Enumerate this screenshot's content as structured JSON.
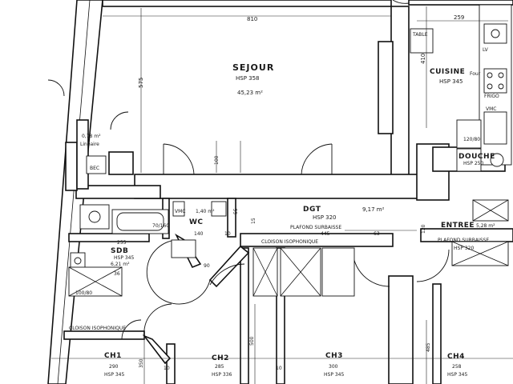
{
  "rooms": {
    "sejour": {
      "name": "SEJOUR",
      "hsp": "HSP 358",
      "area": "45,23 m²"
    },
    "cuisine": {
      "name": "CUISINE",
      "hsp": "HSP 345",
      "table": "TABLE",
      "four": "Four",
      "frigo": "FRIGO",
      "vmc": "VMC",
      "lv": "LV"
    },
    "degagement": {
      "name": "DGT",
      "hsp": "HSP 320",
      "area": "9,17 m²",
      "ceiling": "PLAFOND SURBAISSE",
      "ceiling_dim": "445"
    },
    "entree": {
      "name": "ENTREE",
      "area": "5,28 m²",
      "ceiling": "PLAFOND SURBAISSE",
      "hsp": "HSP 320"
    },
    "douche": {
      "name": "DOUCHE",
      "hsp": "HSP 250",
      "dim": "120/80"
    },
    "wc": {
      "name": "WC",
      "area": "1,40 m²",
      "vmc": "VMC"
    },
    "sdb": {
      "name": "SDB",
      "hsp": "HSP 345",
      "area": "6,21 m²",
      "dim": "100/80",
      "cloison": "CLOISON ISOPHONIQUE"
    },
    "buanderie": {
      "area": "0,78 m²",
      "name": "Linéaire",
      "bec": "BEC",
      "bath": "70/160"
    },
    "ch1": {
      "name": "CH1",
      "w": "290",
      "hsp": "HSP 345"
    },
    "ch2": {
      "name": "CH2",
      "w": "285",
      "hsp": "HSP 336"
    },
    "ch3": {
      "name": "CH3",
      "w": "300",
      "hsp": "HSP 345"
    },
    "ch4": {
      "name": "CH4",
      "w": "258",
      "hsp": "HSP 345"
    }
  },
  "labels": {
    "cloison_dgt": "CLOISON ISOPHONIQUE"
  },
  "dims": {
    "sejour_w": "810",
    "sejour_h": "575",
    "cuisine_w": "259",
    "cuisine_h": "410",
    "d100": "100",
    "d140": "140",
    "d10a": "10",
    "d10b": "10",
    "d10c": "10",
    "d255": "255",
    "d36": "36",
    "d90": "90",
    "d350": "350",
    "d500": "500",
    "d63": "63",
    "d120": "120",
    "d485": "485",
    "d55": "55",
    "d15": "15"
  }
}
